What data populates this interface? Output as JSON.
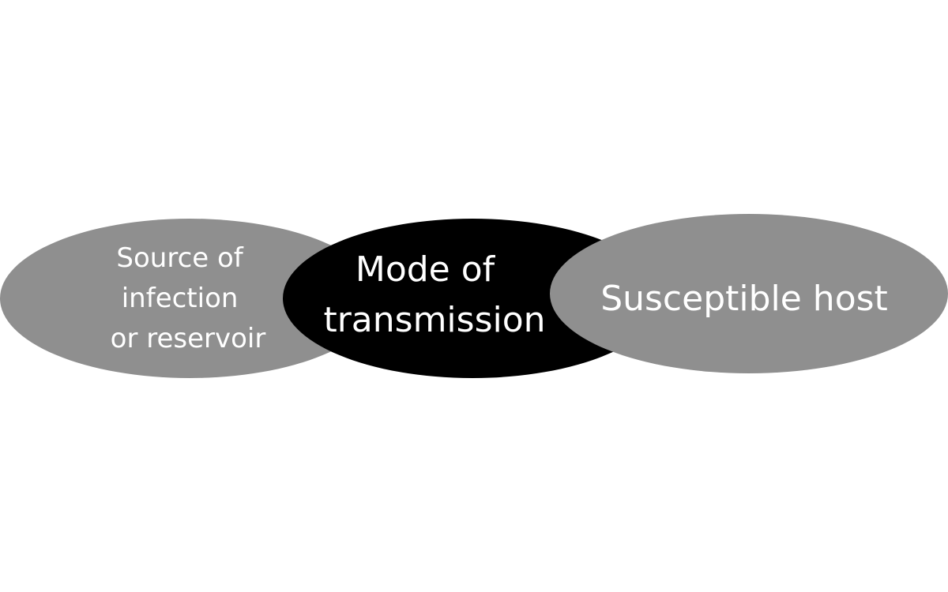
{
  "diagram": {
    "source": {
      "lines": [
        "Source of",
        "infection",
        "or reservoir"
      ],
      "color": "#8f8f8f"
    },
    "mode": {
      "lines": [
        "Mode of",
        "transmission"
      ],
      "color": "#000000"
    },
    "host": {
      "lines": [
        "Susceptible host"
      ],
      "color": "#8f8f8f"
    },
    "text_color": "#ffffff"
  }
}
